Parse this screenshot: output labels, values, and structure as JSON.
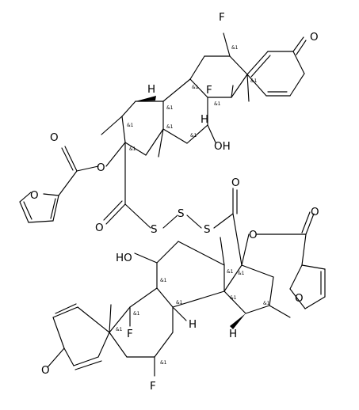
{
  "structure": {
    "atom_labels": {
      "F": "F",
      "O": "O",
      "S": "S",
      "H": "H",
      "OH_right": "OH",
      "HO_left": "HO"
    },
    "stereo_label": "&1",
    "colors": {
      "ink": "#000000",
      "background": "#ffffff"
    }
  }
}
